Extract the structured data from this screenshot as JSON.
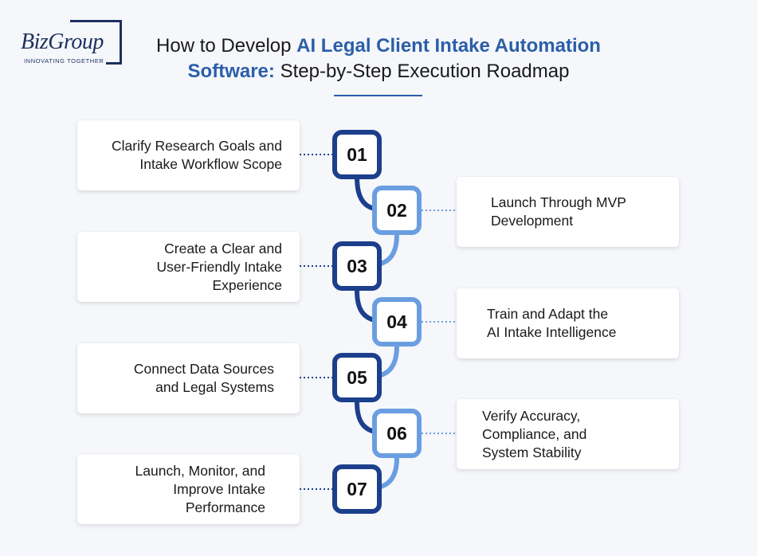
{
  "brand": {
    "logo_text": "BizGroup",
    "tagline": "INNOVATING TOGETHER"
  },
  "header": {
    "title_part1": "How to Develop ",
    "title_highlight1": "AI Legal Client Intake Automation Software:",
    "title_part2": " Step-by-Step Execution Roadmap"
  },
  "colors": {
    "dark_blue": "#1c3f8c",
    "light_blue": "#6a9ee0",
    "title_highlight": "#2b5ea8",
    "background": "#f5f7fb"
  },
  "steps": [
    {
      "number": "01",
      "label": "Clarify Research Goals and\nIntake Workflow Scope"
    },
    {
      "number": "02",
      "label": "Launch Through MVP\nDevelopment"
    },
    {
      "number": "03",
      "label": "Create a Clear and\nUser-Friendly Intake\nExperience"
    },
    {
      "number": "04",
      "label": "Train and Adapt the\nAI Intake Intelligence"
    },
    {
      "number": "05",
      "label": "Connect Data Sources\nand Legal Systems"
    },
    {
      "number": "06",
      "label": "Verify Accuracy,\nCompliance, and\nSystem Stability"
    },
    {
      "number": "07",
      "label": "Launch, Monitor, and\nImprove Intake\nPerformance"
    }
  ]
}
